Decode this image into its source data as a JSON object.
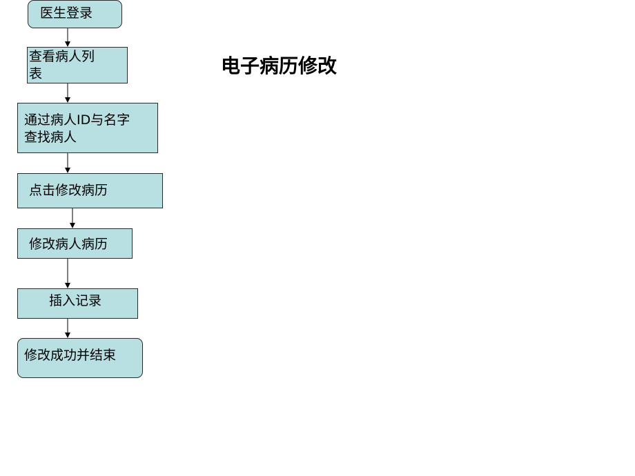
{
  "title": "电子病历修改",
  "flow": {
    "steps": [
      {
        "label": "医生登录"
      },
      {
        "label": "查看病人列\n表"
      },
      {
        "label": "通过病人ID与名字\n查找病人"
      },
      {
        "label": "点击修改病历"
      },
      {
        "label": "修改病人病历"
      },
      {
        "label": "插入记录"
      },
      {
        "label": "修改成功并结束"
      }
    ]
  },
  "colors": {
    "node_fill": "#b8dfe2",
    "node_border": "#2a2a2a",
    "arrow": "#000000"
  }
}
